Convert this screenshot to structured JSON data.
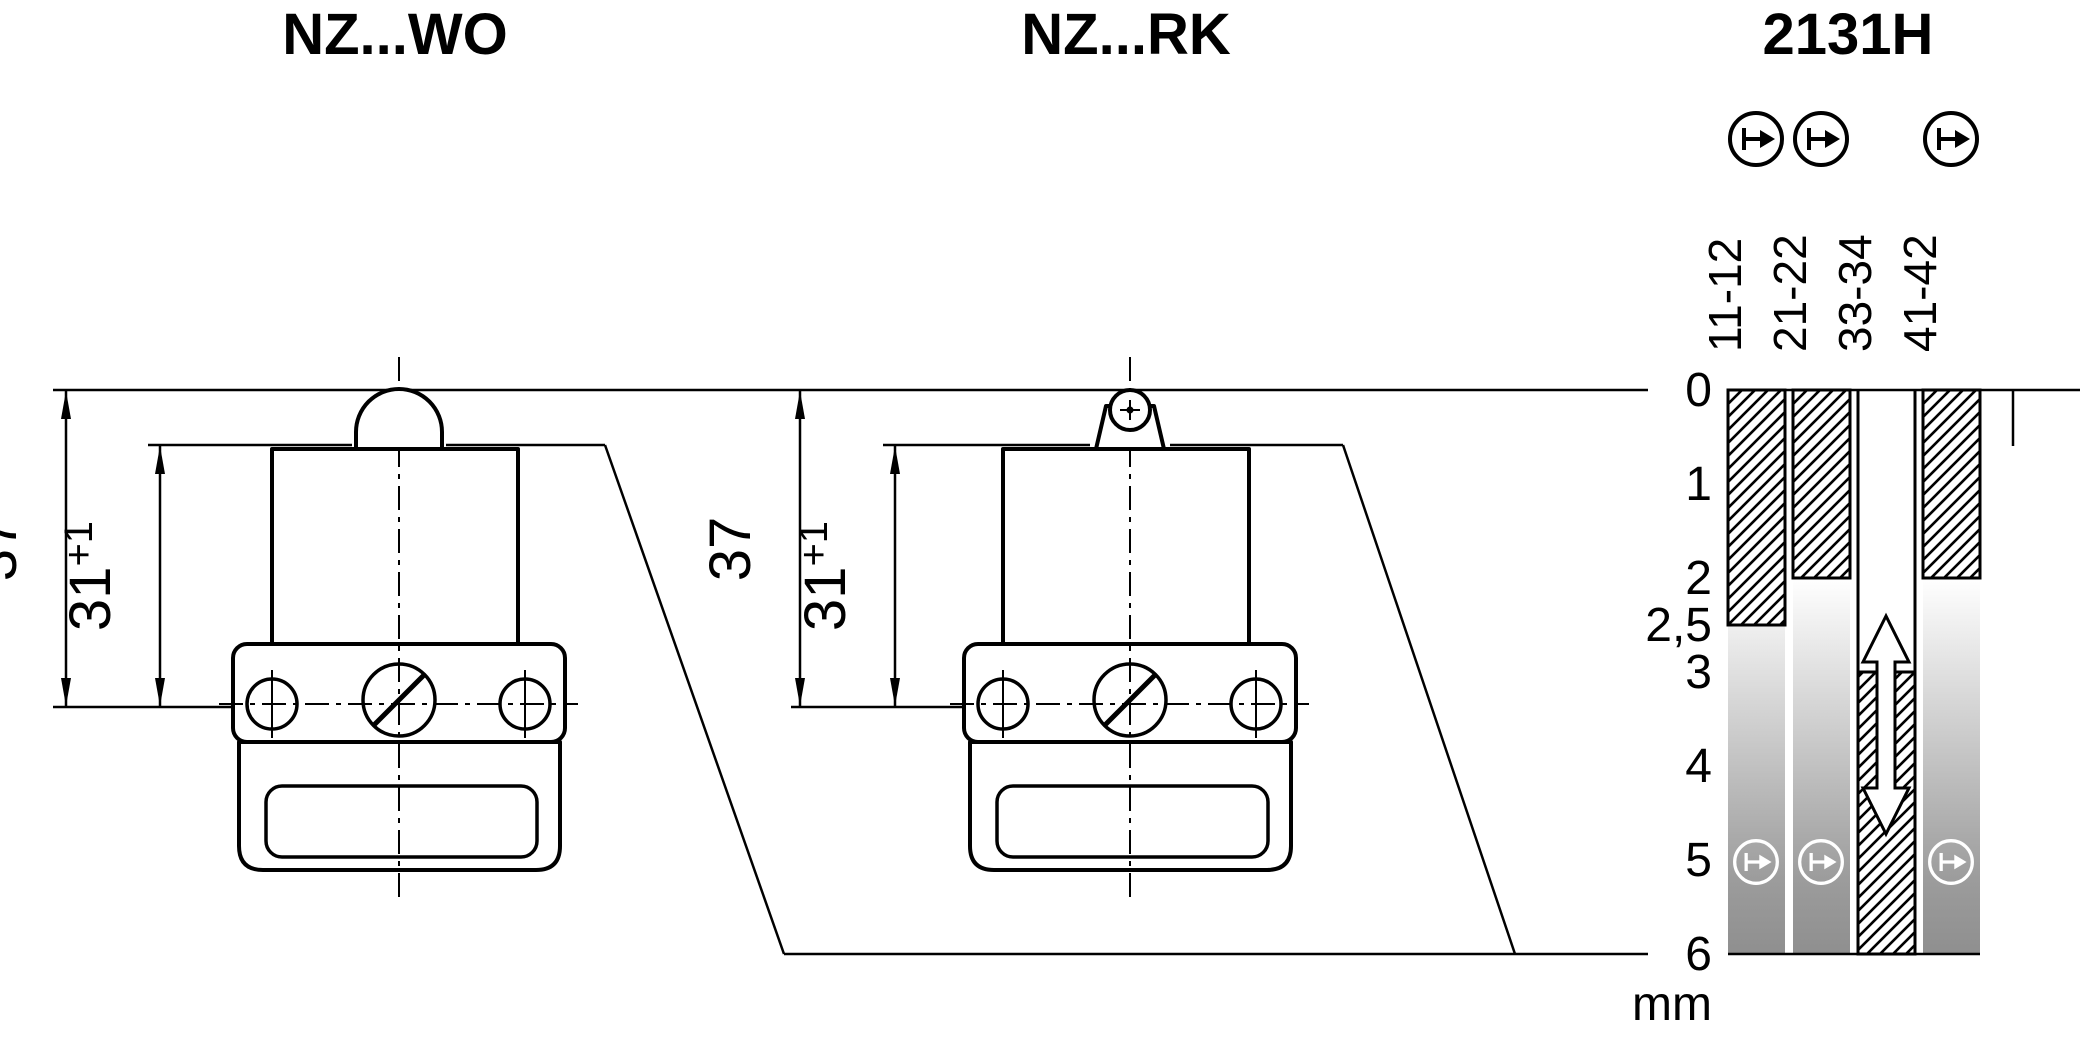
{
  "titles": {
    "switch_wo": "NZ...WO",
    "switch_rk": "NZ...RK",
    "travel_diagram": "2131H"
  },
  "dimensions": {
    "overall_height": "37",
    "operating_position": "31",
    "operating_tolerance": "+1"
  },
  "travel_diagram": {
    "unit": "mm",
    "scale_labels": [
      "0",
      "1",
      "2",
      "2,5",
      "3",
      "4",
      "5",
      "6"
    ],
    "contacts": [
      {
        "label": "11-12",
        "closed_travel_mm": "0 to 2,5",
        "positive_opening": true
      },
      {
        "label": "21-22",
        "closed_travel_mm": "0 to 2",
        "positive_opening": true
      },
      {
        "label": "33-34",
        "closed_travel_mm": "3 to 6",
        "positive_opening": false
      },
      {
        "label": "41-42",
        "closed_travel_mm": "0 to 2",
        "positive_opening": true
      }
    ]
  },
  "colors": {
    "line": "#000000",
    "background": "#ffffff",
    "overtravel_gray": "#8f8f8f"
  }
}
